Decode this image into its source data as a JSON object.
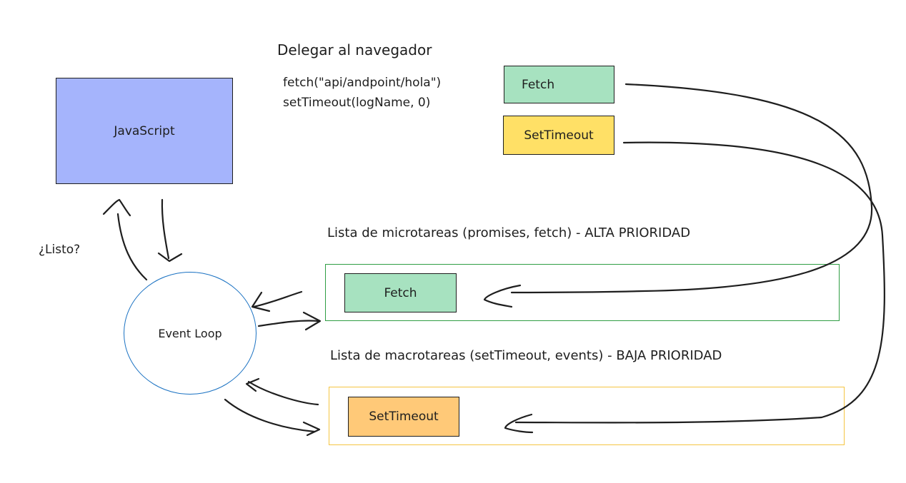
{
  "javascript_box": {
    "label": "JavaScript",
    "fill": "#a5b4fc"
  },
  "event_loop": {
    "label": "Event Loop",
    "stroke": "#1971c2"
  },
  "listo_label": "¿Listo?",
  "delegate": {
    "title": "Delegar al navegador",
    "code_lines": [
      "fetch(\"api/andpoint/hola\")",
      "setTimeout(logName, 0)"
    ]
  },
  "browser_apis": [
    {
      "label": "Fetch",
      "fill": "#a7e2c0"
    },
    {
      "label": "SetTimeout",
      "fill": "#ffe066"
    }
  ],
  "microtasks": {
    "title": "Lista de microtareas (promises, fetch) - ALTA PRIORIDAD",
    "item": "Fetch",
    "border": "#2f9e44",
    "item_fill": "#a7e2c0"
  },
  "macrotasks": {
    "title": "Lista de macrotareas (setTimeout, events) - BAJA PRIORIDAD",
    "item": "SetTimeout",
    "border": "#f5c542",
    "item_fill": "#ffc978"
  }
}
